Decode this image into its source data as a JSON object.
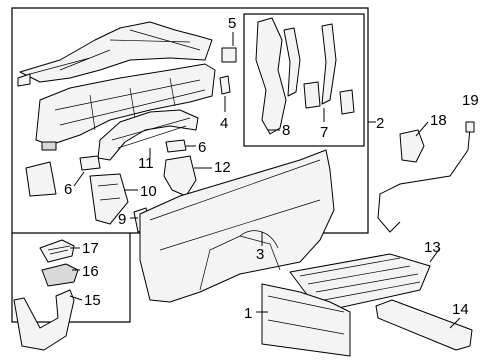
{
  "diagram": {
    "callouts": {
      "c1": "1",
      "c2": "2",
      "c3": "3",
      "c4": "4",
      "c5": "5",
      "c6a": "6",
      "c6b": "6",
      "c7": "7",
      "c8": "8",
      "c9": "9",
      "c10": "10",
      "c11": "11",
      "c12": "12",
      "c13": "13",
      "c14": "14",
      "c15": "15",
      "c16": "16",
      "c17": "17",
      "c18": "18",
      "c19": "19"
    }
  }
}
